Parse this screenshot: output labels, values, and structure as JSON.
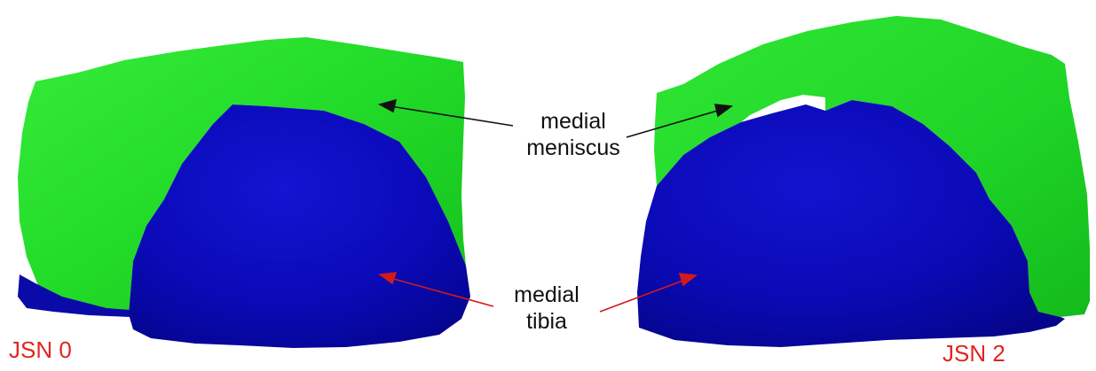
{
  "colors": {
    "meniscus": "#22e02a",
    "tibia": "#0b0bb5",
    "meniscus_arrow": "#111111",
    "tibia_arrow": "#d2191c",
    "jsn_label": "#e0261f"
  },
  "labels": {
    "meniscus_line1": "medial",
    "meniscus_line2": "meniscus",
    "tibia_line1": "medial",
    "tibia_line2": "tibia",
    "left_grade": "JSN 0",
    "right_grade": "JSN 2"
  }
}
